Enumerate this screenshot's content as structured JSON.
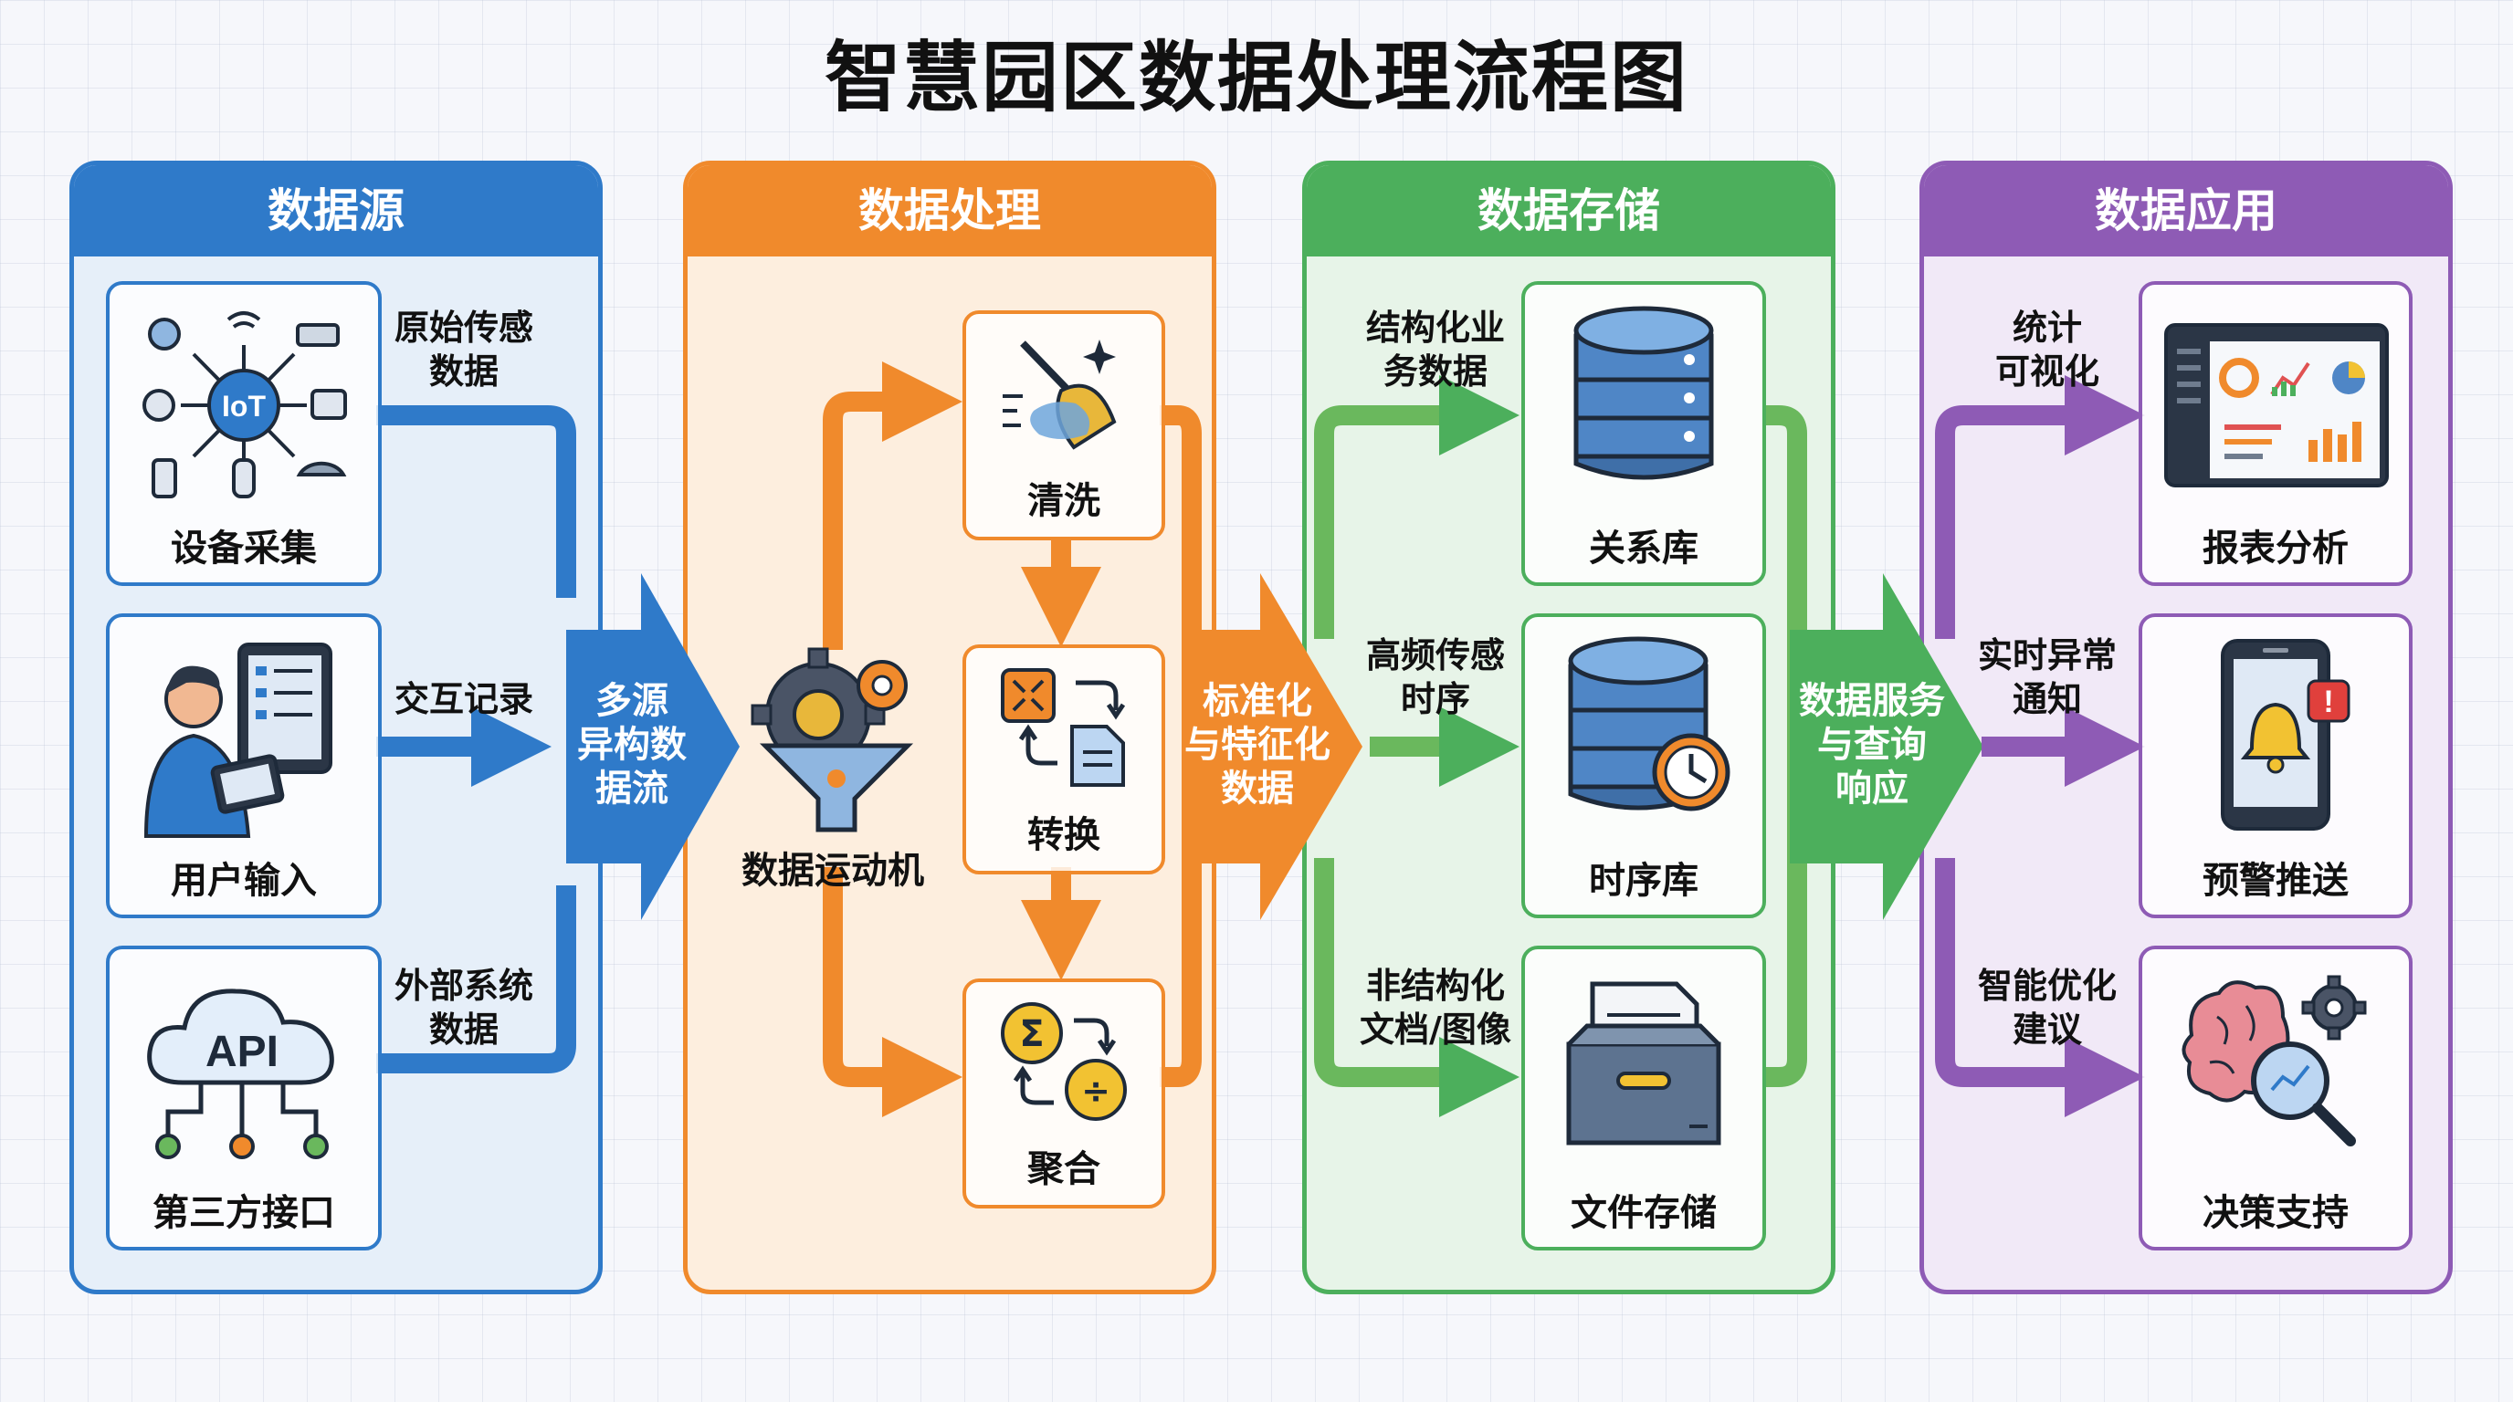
{
  "title": "智慧园区数据处理流程图",
  "colors": {
    "source": "#2f7ac9",
    "processing": "#f08a2c",
    "storage": "#4caf5c",
    "application": "#8e5bb5"
  },
  "source": {
    "header": "数据源",
    "device": {
      "label": "设备采集",
      "iot": "IoT",
      "side": "原始传感\n数据"
    },
    "user": {
      "label": "用户输入",
      "side": "交互记录"
    },
    "api": {
      "label": "第三方接口",
      "api": "API",
      "side": "外部系统\n数据"
    },
    "arrow": "多源\n异构数\n据流"
  },
  "processing": {
    "header": "数据处理",
    "engine": "数据运动机",
    "steps": [
      {
        "label": "清洗"
      },
      {
        "label": "转换"
      },
      {
        "label": "聚合"
      }
    ],
    "arrow": "标准化\n与特征化\n数据"
  },
  "storage": {
    "header": "数据存储",
    "items": [
      {
        "label": "关系库",
        "side": "结构化业\n务数据"
      },
      {
        "label": "时序库",
        "side": "高频传感\n时序"
      },
      {
        "label": "文件存储",
        "side": "非结构化\n文档/图像"
      }
    ],
    "arrow": "数据服务\n与查询\n响应"
  },
  "application": {
    "header": "数据应用",
    "items": [
      {
        "label": "报表分析",
        "side": "统计\n可视化"
      },
      {
        "label": "预警推送",
        "side": "实时异常\n通知"
      },
      {
        "label": "决策支持",
        "side": "智能优化\n建议"
      }
    ]
  }
}
